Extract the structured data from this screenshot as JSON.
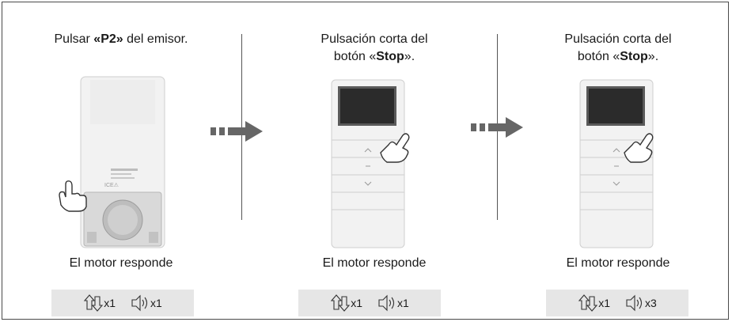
{
  "steps": [
    {
      "instruction_pre": "Pulsar ",
      "instruction_bold": "«P2»",
      "instruction_post": " del emisor.",
      "response_label": "El motor responde",
      "move_count": "x1",
      "beep_count": "x1"
    },
    {
      "instruction_line1": "Pulsación corta del",
      "instruction_pre": "botón «",
      "instruction_bold": "Stop",
      "instruction_post": "».",
      "response_label": "El motor responde",
      "move_count": "x1",
      "beep_count": "x1"
    },
    {
      "instruction_line1": "Pulsación corta del",
      "instruction_pre": "botón «",
      "instruction_bold": "Stop",
      "instruction_post": "».",
      "response_label": "El motor responde",
      "move_count": "x1",
      "beep_count": "x3"
    }
  ],
  "colors": {
    "remote_body": "#f2f2f2",
    "remote_edge": "#c8c8c8",
    "screen": "#2b2b2b",
    "arrow": "#666666",
    "badge_bg": "#e6e6e6",
    "divider": "#555555"
  },
  "icons": [
    "up-down-arrows-icon",
    "speaker-icon",
    "hand-pointer-icon",
    "right-arrow-icon"
  ]
}
